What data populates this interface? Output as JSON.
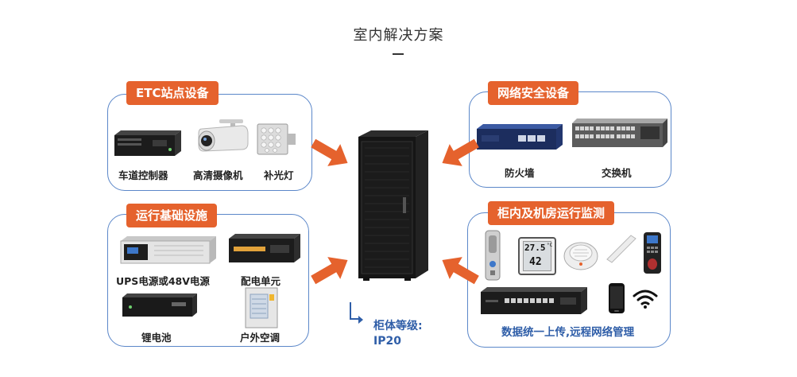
{
  "title": "室内解决方案",
  "etc": {
    "tag": "ETC站点设备",
    "items": [
      {
        "label": "车道控制器",
        "icon": "lane-controller-icon"
      },
      {
        "label": "高清摄像机",
        "icon": "hd-camera-icon"
      },
      {
        "label": "补光灯",
        "icon": "fill-light-icon"
      }
    ]
  },
  "network": {
    "tag": "网络安全设备",
    "items": [
      {
        "label": "防火墙",
        "icon": "firewall-icon"
      },
      {
        "label": "交换机",
        "icon": "switch-icon"
      }
    ]
  },
  "infra": {
    "tag": "运行基础设施",
    "items": [
      {
        "label": "UPS电源或48V电源",
        "icon": "ups-power-icon"
      },
      {
        "label": "配电单元",
        "icon": "power-distribution-icon"
      },
      {
        "label": "锂电池",
        "icon": "lithium-battery-icon"
      },
      {
        "label": "户外空调",
        "icon": "outdoor-ac-icon"
      }
    ]
  },
  "monitor": {
    "tag": "柜内及机房运行监测",
    "footer": "数据统一上传,远程网络管理",
    "thermo": {
      "temp": "27.5",
      "unit": "°C",
      "humidity": "42"
    },
    "icons": [
      "door-lock-icon",
      "thermo-hygrometer-icon",
      "smoke-detector-icon",
      "water-sensor-icon",
      "fingerprint-reader-icon",
      "monitor-host-icon",
      "smartphone-icon",
      "wifi-icon"
    ]
  },
  "center": {
    "icon": "server-cabinet-icon",
    "level_label": "柜体等级:",
    "level_value": "IP20"
  },
  "colors": {
    "accent": "#e5622d",
    "border": "#5b87c9",
    "level_text": "#2f5ea8"
  }
}
